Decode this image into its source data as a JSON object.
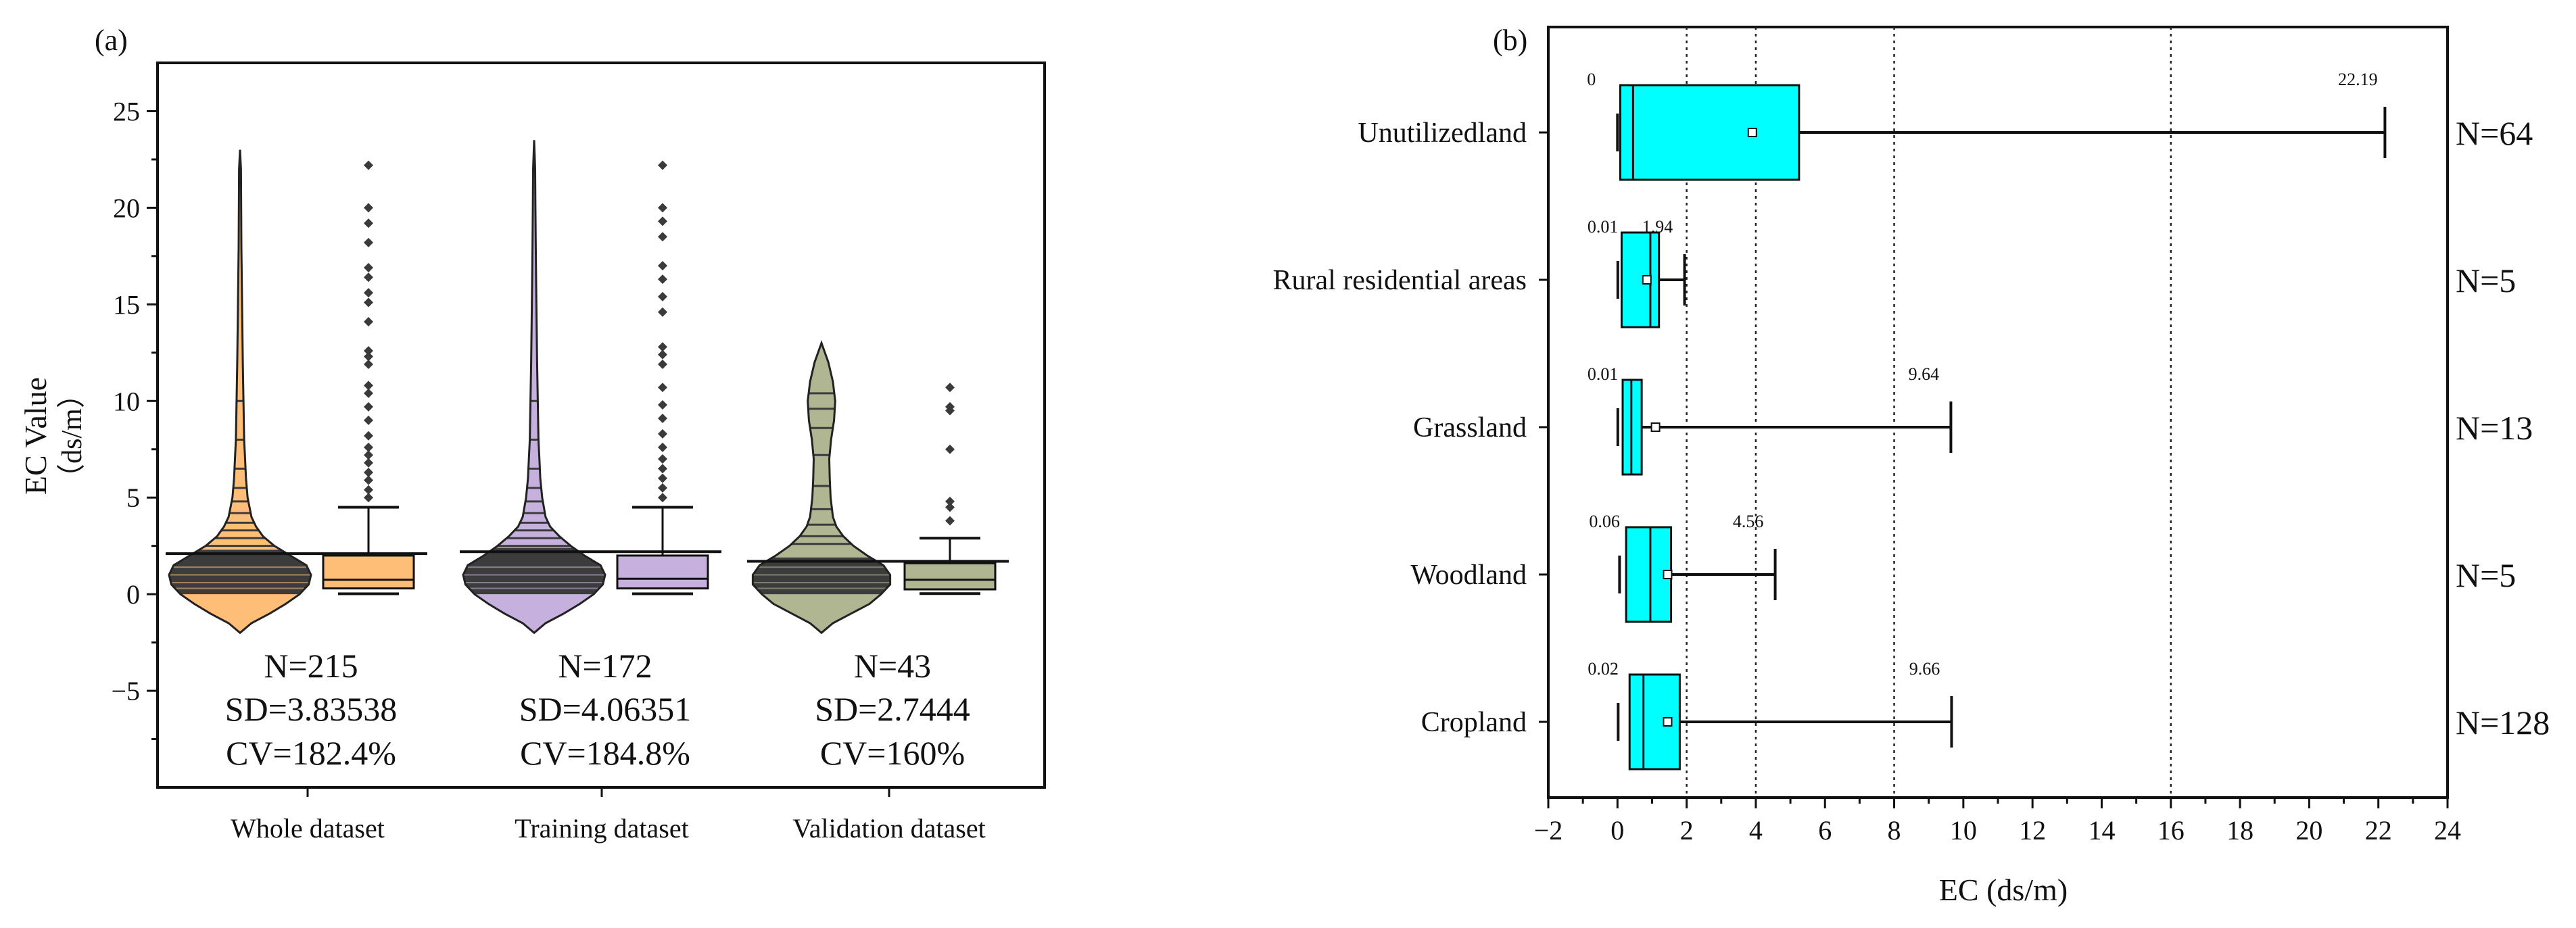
{
  "chart_data": [
    {
      "panel_label": "(a)",
      "type": "violin-box",
      "ylabel_line1": "EC Value",
      "ylabel_line2": "（ds/m）",
      "ylim": [
        -10,
        27.5
      ],
      "yticks": [
        -5,
        0,
        5,
        10,
        15,
        20,
        25
      ],
      "ytick_labels": [
        "−5",
        "0",
        "5",
        "10",
        "15",
        "20",
        "25"
      ],
      "categories": [
        "Whole dataset",
        "Training dataset",
        "Validation dataset"
      ],
      "groups": [
        {
          "category": "Whole dataset",
          "color": "#ffbe78",
          "violin_shape": [
            [
              -2,
              0
            ],
            [
              -1.5,
              5
            ],
            [
              -1,
              13
            ],
            [
              -0.5,
              20
            ],
            [
              0,
              26
            ],
            [
              0.5,
              30
            ],
            [
              1,
              31
            ],
            [
              1.5,
              29
            ],
            [
              2,
              22
            ],
            [
              2.5,
              15
            ],
            [
              3,
              10
            ],
            [
              3.5,
              7
            ],
            [
              4,
              5
            ],
            [
              5,
              3.3
            ],
            [
              6,
              2.6
            ],
            [
              7,
              2.2
            ],
            [
              8,
              1.8
            ],
            [
              10,
              1.5
            ],
            [
              12,
              1.2
            ],
            [
              14,
              1
            ],
            [
              16,
              0.8
            ],
            [
              18,
              0.6
            ],
            [
              20,
              0.5
            ],
            [
              22,
              0.4
            ],
            [
              23,
              0
            ]
          ],
          "box": {
            "q1": 0.3,
            "median": 0.75,
            "q3": 2.0,
            "whisker_low": 0.02,
            "whisker_high": 4.5,
            "mean": 2.1
          },
          "outliers": [
            5.0,
            5.4,
            5.9,
            6.3,
            6.8,
            7.2,
            7.6,
            8.2,
            9.0,
            9.7,
            10.4,
            10.8,
            11.9,
            12.3,
            12.6,
            14.1,
            15.1,
            15.6,
            16.4,
            16.9,
            18.2,
            19.2,
            20.0,
            22.2
          ],
          "n_label": "N=215",
          "sd_label": "SD=3.83538",
          "cv_label": "CV=182.4%"
        },
        {
          "category": "Training dataset",
          "color": "#c6b0dd",
          "violin_shape": [
            [
              -2,
              0
            ],
            [
              -1.5,
              5
            ],
            [
              -1,
              13
            ],
            [
              -0.5,
              20
            ],
            [
              0,
              26
            ],
            [
              0.5,
              30
            ],
            [
              1,
              31
            ],
            [
              1.5,
              29
            ],
            [
              2,
              22
            ],
            [
              2.5,
              16
            ],
            [
              3,
              11
            ],
            [
              3.5,
              7
            ],
            [
              4,
              5
            ],
            [
              5,
              3.5
            ],
            [
              6,
              2.7
            ],
            [
              7,
              2.3
            ],
            [
              8,
              1.9
            ],
            [
              10,
              1.6
            ],
            [
              12,
              1.3
            ],
            [
              14,
              1.1
            ],
            [
              16,
              0.9
            ],
            [
              18,
              0.7
            ],
            [
              20,
              0.55
            ],
            [
              22,
              0.45
            ],
            [
              23.5,
              0
            ]
          ],
          "box": {
            "q1": 0.3,
            "median": 0.8,
            "q3": 2.0,
            "whisker_low": 0.02,
            "whisker_high": 4.5,
            "mean": 2.2
          },
          "outliers": [
            5.0,
            5.5,
            6.0,
            6.5,
            7.0,
            7.6,
            8.3,
            9.1,
            9.8,
            10.7,
            11.9,
            12.4,
            12.8,
            14.6,
            15.4,
            16.3,
            17.0,
            18.5,
            19.3,
            20.0,
            22.2
          ],
          "n_label": "N=172",
          "sd_label": "SD=4.06351",
          "cv_label": "CV=184.8%"
        },
        {
          "category": "Validation dataset",
          "color": "#b0b592",
          "violin_shape": [
            [
              -2,
              0
            ],
            [
              -1.5,
              5
            ],
            [
              -1,
              13
            ],
            [
              -0.5,
              21
            ],
            [
              0,
              26
            ],
            [
              0.5,
              30
            ],
            [
              1,
              30
            ],
            [
              1.5,
              27
            ],
            [
              2,
              20
            ],
            [
              2.5,
              14
            ],
            [
              3,
              9.5
            ],
            [
              3.5,
              6.5
            ],
            [
              4,
              5
            ],
            [
              5,
              4
            ],
            [
              6,
              3.6
            ],
            [
              7,
              3.4
            ],
            [
              8,
              4.2
            ],
            [
              9,
              5.5
            ],
            [
              10,
              6
            ],
            [
              11,
              5
            ],
            [
              12,
              3
            ],
            [
              13,
              0
            ]
          ],
          "box": {
            "q1": 0.25,
            "median": 0.75,
            "q3": 1.6,
            "whisker_low": 0.03,
            "whisker_high": 2.9,
            "mean": 1.7
          },
          "outliers": [
            3.8,
            4.5,
            4.8,
            7.5,
            9.5,
            9.7,
            10.7
          ],
          "n_label": "N=43",
          "sd_label": "SD=2.7444",
          "cv_label": "CV=160%"
        }
      ],
      "colors": {
        "violin_body": "#3c3c3c",
        "line": "#1a1a1a",
        "outlier": "#3a3a3a"
      }
    },
    {
      "panel_label": "(b)",
      "type": "horizontal-box",
      "xlabel": "EC (ds/m)",
      "xlim": [
        -2,
        24
      ],
      "xticks": [
        -2,
        0,
        2,
        4,
        6,
        8,
        10,
        12,
        14,
        16,
        18,
        20,
        22,
        24
      ],
      "xtick_labels": [
        "−2",
        "0",
        "2",
        "4",
        "6",
        "8",
        "10",
        "12",
        "14",
        "16",
        "18",
        "20",
        "22",
        "24"
      ],
      "reference_lines": [
        2,
        4,
        8,
        16
      ],
      "box_color": "#00ffff",
      "categories": [
        "Unutilizedland",
        "Rural residential areas",
        "Grassland",
        "Woodland",
        "Cropland"
      ],
      "boxes": [
        {
          "category": "Unutilizedland",
          "min": 0,
          "q1": 0.08,
          "median": 0.45,
          "q3": 5.25,
          "max": 22.19,
          "mean": 3.9,
          "min_label": "0",
          "max_label": "22.19",
          "n_label": "N=64"
        },
        {
          "category": "Rural residential areas",
          "min": 0.01,
          "q1": 0.12,
          "median": 0.95,
          "q3": 1.2,
          "max": 1.94,
          "mean": 0.85,
          "min_label": "0.01",
          "max_label": "1.94",
          "n_label": "N=5"
        },
        {
          "category": "Grassland",
          "min": 0.01,
          "q1": 0.15,
          "median": 0.4,
          "q3": 0.7,
          "max": 9.64,
          "mean": 1.1,
          "min_label": "0.01",
          "max_label": "9.64",
          "n_label": "N=13"
        },
        {
          "category": "Woodland",
          "min": 0.06,
          "q1": 0.25,
          "median": 0.95,
          "q3": 1.55,
          "max": 4.56,
          "mean": 1.45,
          "min_label": "0.06",
          "max_label": "4.56",
          "n_label": "N=5"
        },
        {
          "category": "Cropland",
          "min": 0.02,
          "q1": 0.35,
          "median": 0.75,
          "q3": 1.8,
          "max": 9.66,
          "mean": 1.45,
          "min_label": "0.02",
          "max_label": "9.66",
          "n_label": "N=128"
        }
      ]
    }
  ]
}
